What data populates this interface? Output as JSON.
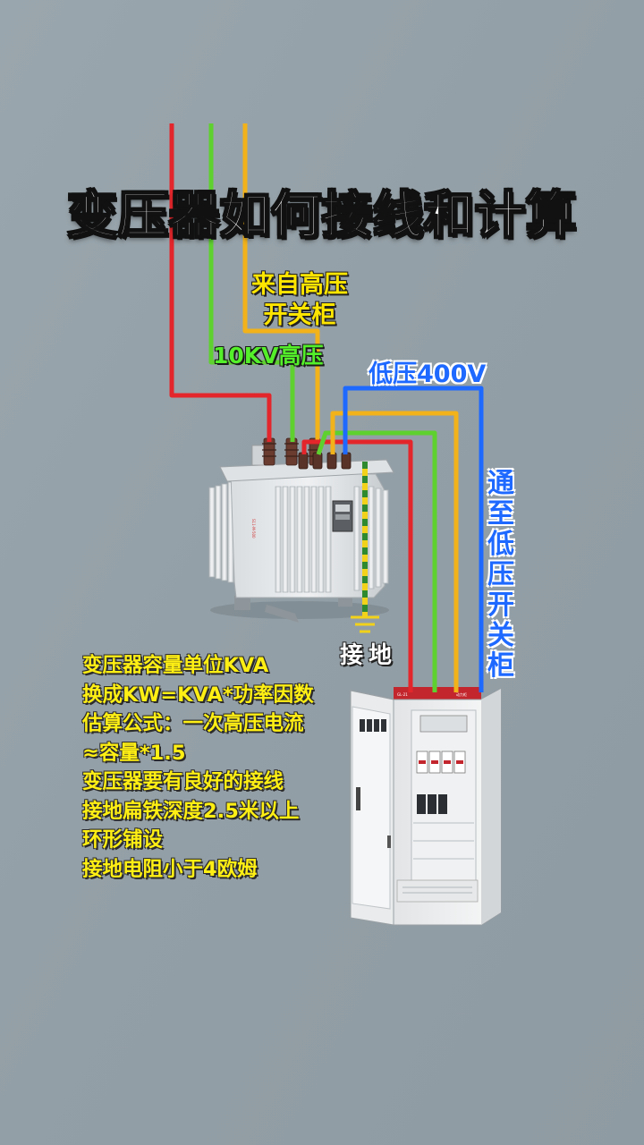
{
  "title": "变压器如何接线和计算",
  "labels": {
    "hv_source_line1": "来自高压",
    "hv_source_line2": "开关柜",
    "hv_voltage": "10KV高压",
    "lv_voltage": "低压400V",
    "to_lv_cabinet": "通至低压开关柜",
    "ground": "接地"
  },
  "notes": [
    "变压器容量单位KVA",
    "换成KW=KVA*功率因数",
    "估算公式：一次高压电流",
    "≈容量*1.5",
    "变压器要有良好的接线",
    "接地扁铁深度2.5米以上",
    "环形铺设",
    "接地电阻小于4欧姆"
  ],
  "wire_colors": {
    "red": "#e3262b",
    "green": "#5ed12f",
    "yellow": "#f2b21a",
    "blue": "#1e69ff",
    "ground_stripe": "#2f8a2f"
  },
  "icons": [
    "transformer-image",
    "ground-symbol-icon",
    "switch-cabinet-image"
  ]
}
